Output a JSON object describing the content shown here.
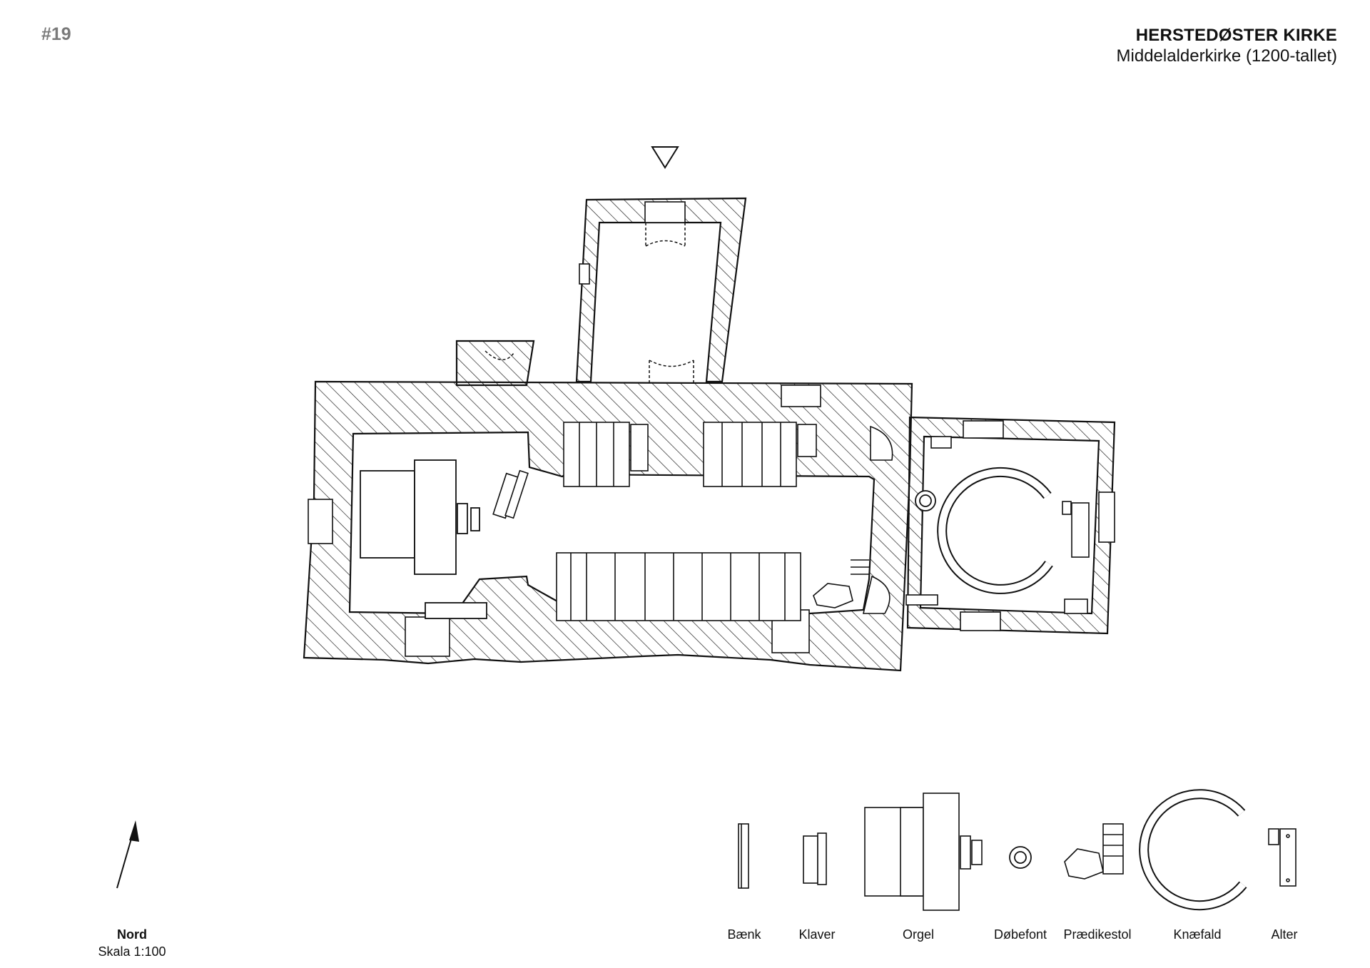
{
  "page_number": "#19",
  "header": {
    "title": "HERSTEDØSTER KIRKE",
    "subtitle": "Middelalderkirke (1200-tallet)"
  },
  "compass": {
    "north_label": "Nord",
    "scale_label": "Skala 1:100"
  },
  "legend": {
    "items": [
      {
        "key": "bench",
        "label": "Bænk"
      },
      {
        "key": "piano",
        "label": "Klaver"
      },
      {
        "key": "organ",
        "label": "Orgel"
      },
      {
        "key": "font",
        "label": "Døbefont"
      },
      {
        "key": "pulpit",
        "label": "Prædikestol"
      },
      {
        "key": "kneeler",
        "label": "Knæfald"
      },
      {
        "key": "altar",
        "label": "Alter"
      }
    ]
  }
}
